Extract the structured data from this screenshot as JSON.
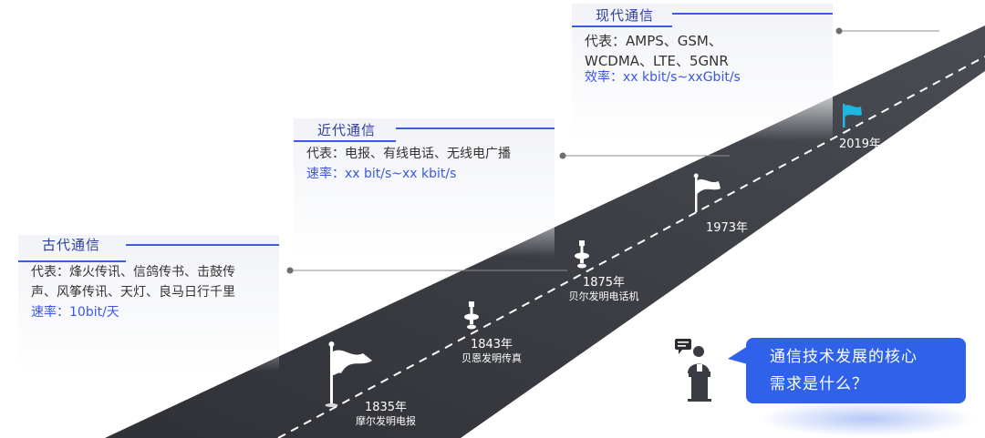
{
  "eras": [
    {
      "title": "古代通信",
      "representatives": [
        "代表：烽火传讯、信鸽传书、击鼓传",
        "声、风筝传讯、天灯、良马日行千里"
      ],
      "rate": "速率：10bit/天"
    },
    {
      "title": "近代通信",
      "representatives": [
        "代表：电报、有线电话、无线电广播"
      ],
      "rate": "速率：xx bit/s~xx kbit/s"
    },
    {
      "title": "现代通信",
      "representatives": [
        "代表：AMPS、GSM、",
        "WCDMA、LTE、5GNR"
      ],
      "rate": "效率：xx kbit/s~xxGbit/s"
    }
  ],
  "milestones": [
    {
      "year": "1835年",
      "desc": "摩尔发明电报",
      "icon": "white-flag-icon"
    },
    {
      "year": "1843年",
      "desc": "贝恩发明传真",
      "icon": "telegraph-key-icon"
    },
    {
      "year": "1875年",
      "desc": "贝尔发明电话机",
      "icon": "telegraph-key-icon"
    },
    {
      "year": "1973年",
      "desc": "",
      "icon": "white-flag-icon"
    },
    {
      "year": "2019年",
      "desc": "",
      "icon": "cyan-flag-icon"
    }
  ],
  "question": {
    "lines": [
      "通信技术发展的核心",
      "需求是什么？"
    ]
  },
  "colors": {
    "road": "#3b3d44",
    "accent": "#3c5be6",
    "cyan_flag": "#1fb6e0",
    "speech_bubble": "#2f62e8"
  }
}
